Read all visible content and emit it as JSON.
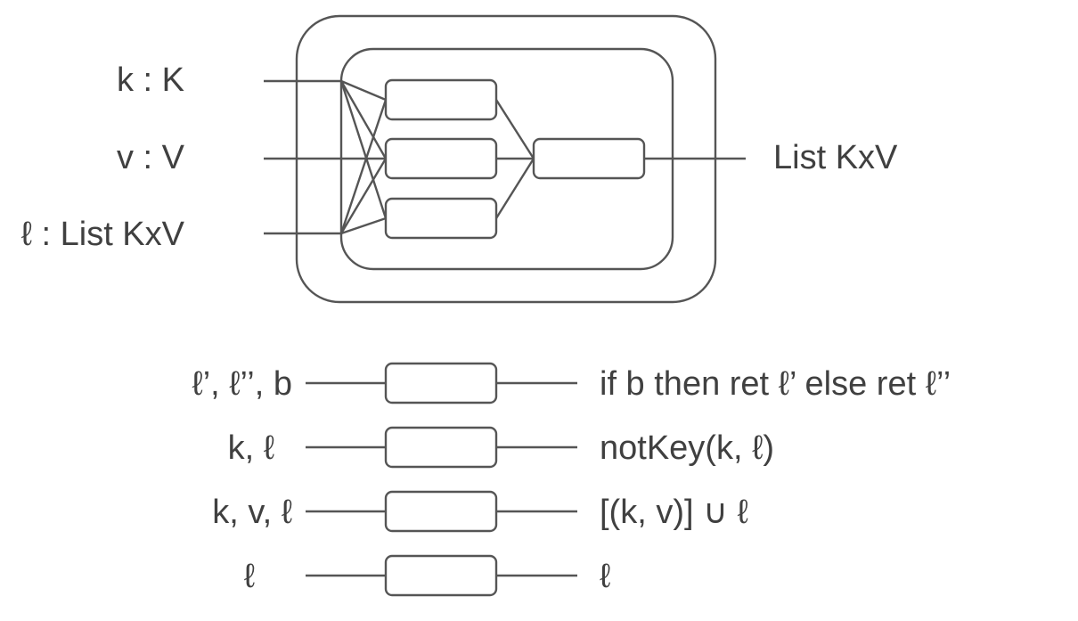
{
  "inputs": {
    "k": "k : K",
    "v": "v : V",
    "l": "ℓ : List KxV"
  },
  "output": "List KxV",
  "legend": [
    {
      "inputs": "ℓ’, ℓ’’, b",
      "meaning": "if b then ret ℓ’ else ret ℓ’’"
    },
    {
      "inputs": "k, ℓ",
      "meaning": "notKey(k, ℓ)"
    },
    {
      "inputs": "k, v, ℓ",
      "meaning": "[(k, v)] ∪ ℓ"
    },
    {
      "inputs": "ℓ",
      "meaning": "ℓ"
    }
  ],
  "colors": {
    "stroke": "#555555",
    "text": "#404040"
  }
}
